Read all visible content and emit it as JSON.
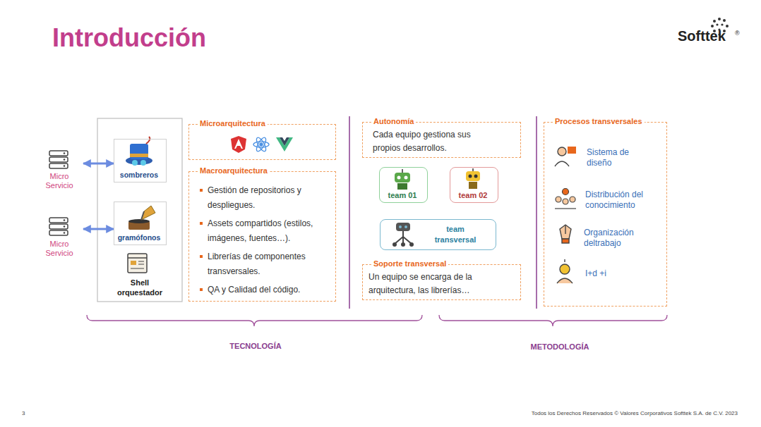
{
  "diagram": {
    "title": "Introducción",
    "nodes": [
      {
        "text": [
          "Micro Servicio"
        ]
      },
      {
        "text": [
          "Micro Servicio"
        ]
      },
      {
        "text": [
          "sombreros"
        ]
      },
      {
        "text": [
          "gramófonos"
        ]
      },
      {
        "text": [
          "Microarquitectura"
        ]
      },
      {
        "text": [
          "Macroarquitectura",
          "Gestión de repositorios y despliegues.",
          "Assets compartidos (estilos, imágenes, fuentes…).",
          "Librerías de componentes transversales.",
          "QA y Calidad del código."
        ]
      },
      {
        "text": [
          "Autonomía",
          "Cada equipo gestiona sus propios desarrollos."
        ]
      },
      {
        "text": [
          "team 01"
        ]
      },
      {
        "text": [
          "team 02"
        ]
      },
      {
        "text": [
          "team transversal"
        ]
      },
      {
        "text": [
          "Soporte transversal",
          "Un equipo se encarga de la arquitectura, las librerías…"
        ]
      },
      {
        "text": [
          "Procesos transversales",
          "Sistema de diseño",
          "Distribución del conocimiento",
          "Organización deltrabajo",
          "I+d +i"
        ]
      }
    ],
    "edges": [
      {
        "from": 0,
        "to": 2,
        "arrow": "both"
      },
      {
        "from": 1,
        "to": 3,
        "arrow": "both"
      }
    ],
    "labels": [
      "Softtek",
      "®",
      "Shell orquestador",
      "TECNOLOGÍA",
      "METODOLOGÍA",
      "3",
      "Todos los Derechos Reservados © Valores Corporativos Softtek S.A. de C.V. 2023"
    ]
  }
}
